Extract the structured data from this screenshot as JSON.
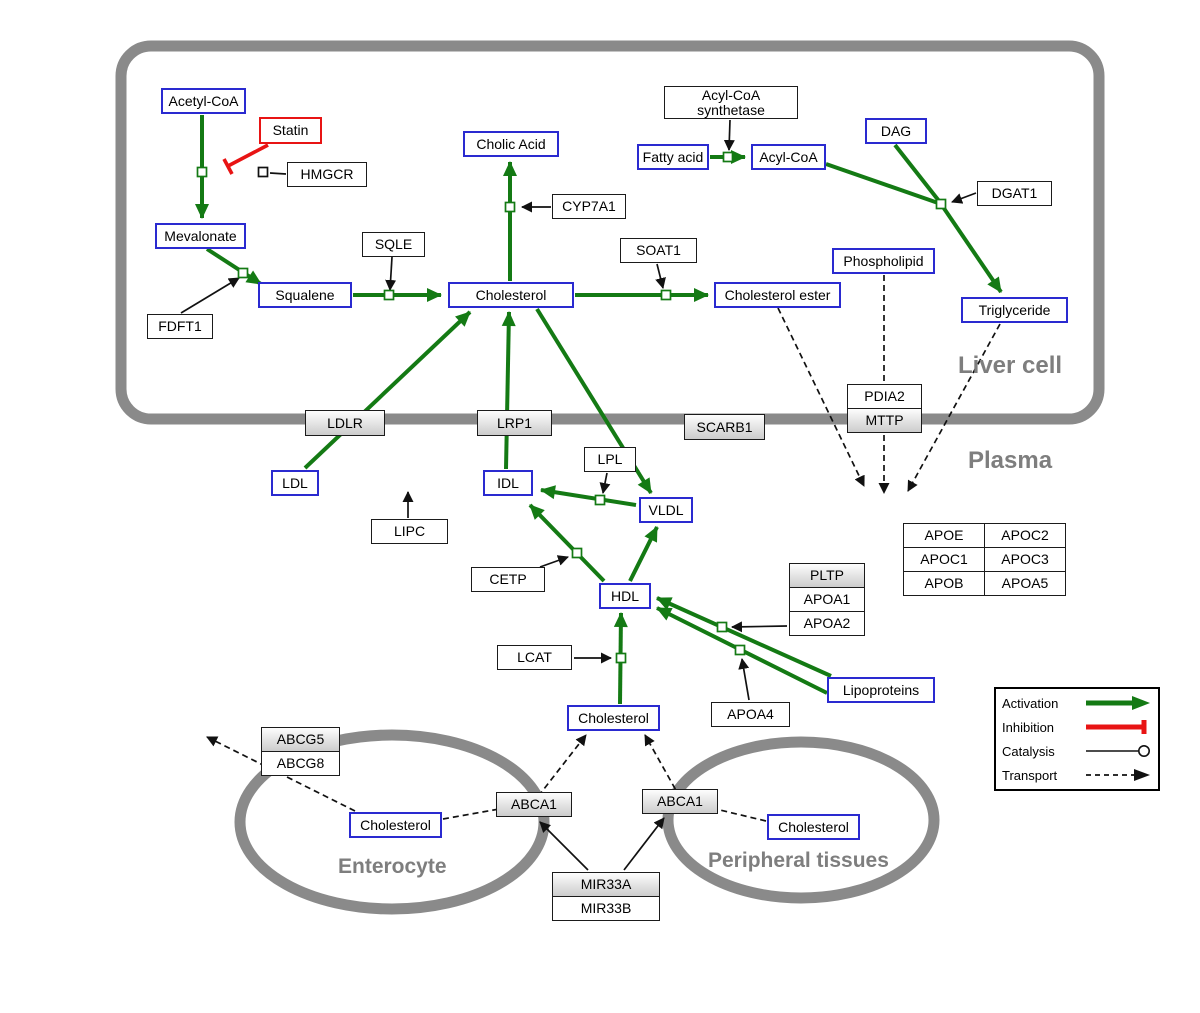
{
  "compartments": {
    "liver_cell": "Liver cell",
    "plasma": "Plasma",
    "enterocyte": "Enterocyte",
    "peripheral_tissues": "Peripheral tissues"
  },
  "nodes": {
    "acetyl_coa": "Acetyl-CoA",
    "statin": "Statin",
    "hmgcr": "HMGCR",
    "mevalonate": "Mevalonate",
    "fdft1": "FDFT1",
    "squalene": "Squalene",
    "sqle": "SQLE",
    "cholic_acid": "Cholic Acid",
    "cyp7a1": "CYP7A1",
    "cholesterol_liver": "Cholesterol",
    "soat1": "SOAT1",
    "cholesterol_ester": "Cholesterol ester",
    "fatty_acid": "Fatty acid",
    "acyl_coa_synthetase": "Acyl-CoA synthetase",
    "acyl_coa": "Acyl-CoA",
    "dag": "DAG",
    "dgat1": "DGAT1",
    "phospholipid": "Phospholipid",
    "triglyceride": "Triglyceride",
    "ldlr": "LDLR",
    "lrp1": "LRP1",
    "scarb1": "SCARB1",
    "pdia2": "PDIA2",
    "mttp": "MTTP",
    "ldl": "LDL",
    "idl": "IDL",
    "lipc": "LIPC",
    "lpl": "LPL",
    "vldl": "VLDL",
    "cetp": "CETP",
    "hdl": "HDL",
    "lcat": "LCAT",
    "pltp": "PLTP",
    "apoa1": "APOA1",
    "apoa2": "APOA2",
    "apoa4": "APOA4",
    "lipoproteins": "Lipoproteins",
    "apoe": "APOE",
    "apoc2": "APOC2",
    "apoc1": "APOC1",
    "apoc3": "APOC3",
    "apob": "APOB",
    "apoa5": "APOA5",
    "cholesterol_plasma": "Cholesterol",
    "abcg5": "ABCG5",
    "abcg8": "ABCG8",
    "cholesterol_enterocyte": "Cholesterol",
    "abca1_left": "ABCA1",
    "abca1_right": "ABCA1",
    "cholesterol_peripheral": "Cholesterol",
    "mir33a": "MIR33A",
    "mir33b": "MIR33B"
  },
  "legend": {
    "activation": "Activation",
    "inhibition": "Inhibition",
    "catalysis": "Catalysis",
    "transport": "Transport"
  },
  "colors": {
    "activation_green": "#147a14",
    "inhibition_red": "#e81414",
    "metabolite_border_blue": "#2a2ad0",
    "compartment_gray": "#8a8a8a"
  }
}
